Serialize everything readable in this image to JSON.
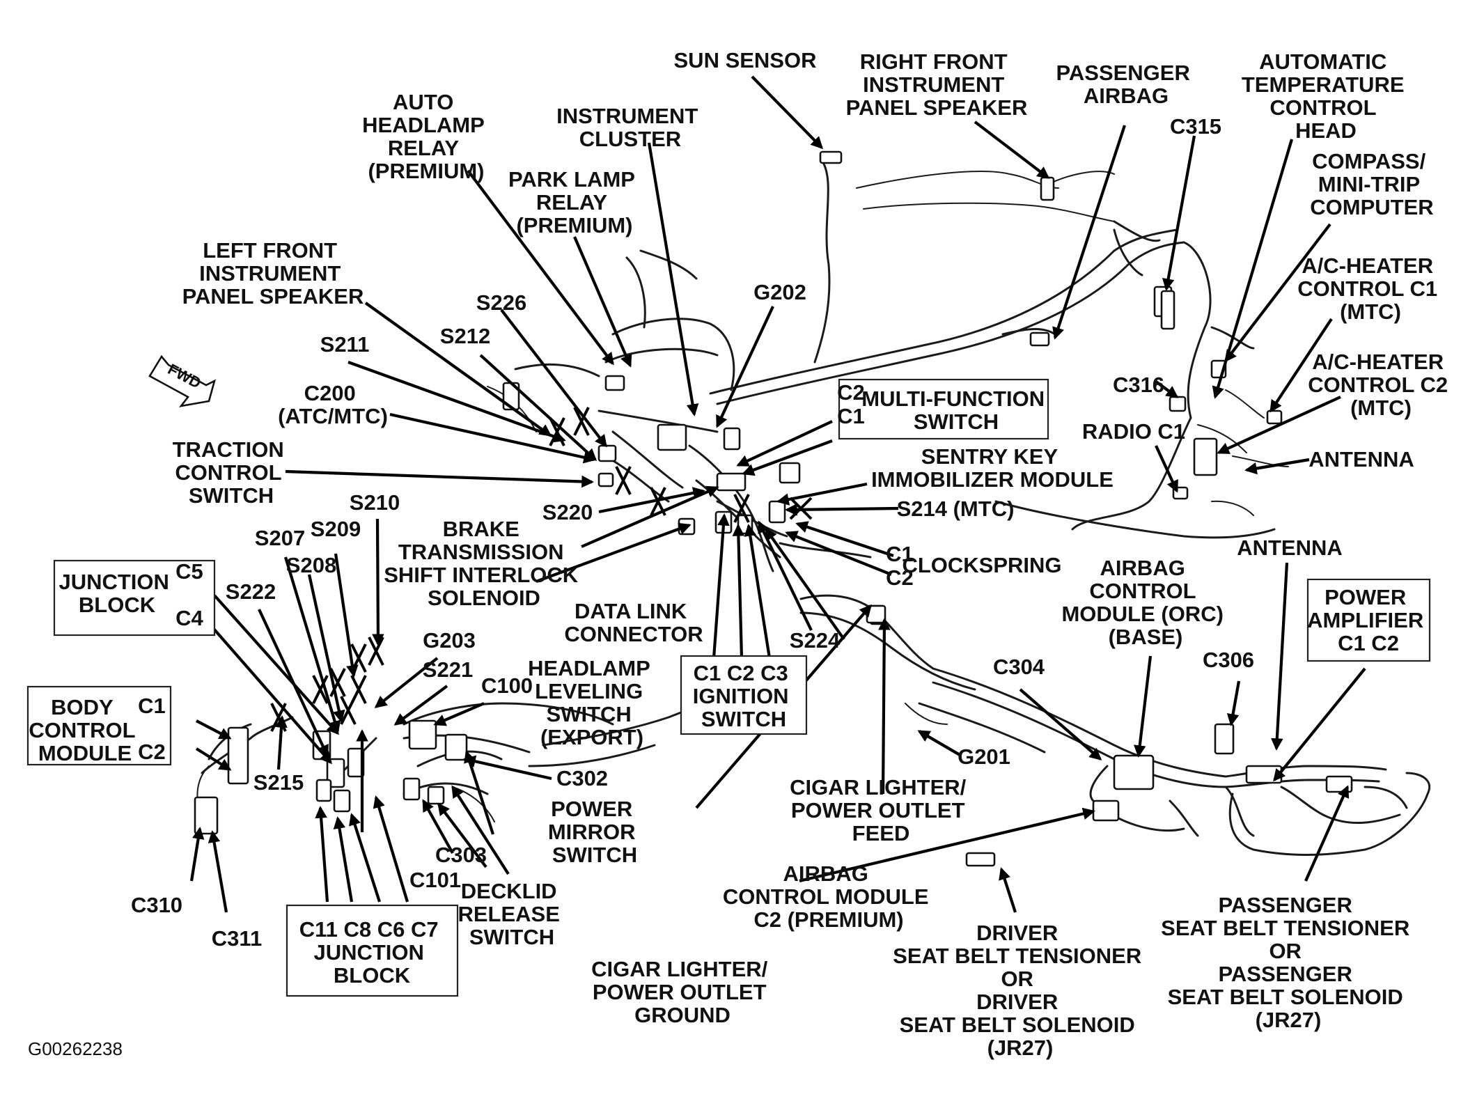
{
  "labels": {
    "sun_sensor": "SUN SENSOR",
    "rf_speaker": [
      "RIGHT FRONT",
      "INSTRUMENT",
      "PANEL SPEAKER"
    ],
    "passenger_airbag": [
      "PASSENGER",
      "AIRBAG"
    ],
    "atc_head": [
      "AUTOMATIC",
      "TEMPERATURE",
      "CONTROL",
      "HEAD"
    ],
    "c315": "C315",
    "compass": [
      "COMPASS/",
      "MINI-TRIP",
      "COMPUTER"
    ],
    "ac_c1": [
      "A/C-HEATER",
      "CONTROL C1",
      "(MTC)"
    ],
    "ac_c2": [
      "A/C-HEATER",
      "CONTROL C2",
      "(MTC)"
    ],
    "c316": "C316",
    "radio_c1": "RADIO C1",
    "antenna_top": "ANTENNA",
    "instrument_cluster": [
      "INSTRUMENT",
      "CLUSTER"
    ],
    "auto_headlamp_relay": [
      "AUTO",
      "HEADLAMP",
      "RELAY",
      "(PREMIUM)"
    ],
    "park_lamp_relay": [
      "PARK LAMP",
      "RELAY",
      "(PREMIUM)"
    ],
    "lf_speaker": [
      "LEFT FRONT",
      "INSTRUMENT",
      "PANEL SPEAKER"
    ],
    "s226": "S226",
    "s212": "S212",
    "s211": "S211",
    "g202": "G202",
    "c200": [
      "C200",
      "(ATC/MTC)"
    ],
    "traction_control": [
      "TRACTION",
      "CONTROL",
      "SWITCH"
    ],
    "fwd": "FWD",
    "mfs_c2": "C2",
    "mfs_c1": "C1",
    "multi_function_switch": [
      "MULTI-FUNCTION",
      "SWITCH"
    ],
    "sentry_key": [
      "SENTRY KEY",
      "IMMOBILIZER MODULE"
    ],
    "s214": "S214 (MTC)",
    "cs_c1": "C1",
    "cs_c2": "C2",
    "clockspring": "CLOCKSPRING",
    "s220": "S220",
    "btsi": [
      "BRAKE",
      "TRANSMISSION",
      "SHIFT INTERLOCK",
      "SOLENOID"
    ],
    "data_link": [
      "DATA LINK",
      "CONNECTOR"
    ],
    "s224": "S224",
    "s210": "S210",
    "s209": "S209",
    "s207": "S207",
    "s208": "S208",
    "s222": "S222",
    "junction_block_top": [
      "JUNCTION",
      "BLOCK"
    ],
    "jb_c5": "C5",
    "jb_c4": "C4",
    "g203": "G203",
    "s221": "S221",
    "c100": "C100",
    "headlamp_leveling": [
      "HEADLAMP",
      "LEVELING",
      "SWITCH",
      "(EXPORT)"
    ],
    "ignition_switch": [
      "C1 C2 C3",
      "IGNITION",
      "SWITCH"
    ],
    "bcm": [
      "BODY",
      "CONTROL",
      "MODULE"
    ],
    "bcm_c1": "C1",
    "bcm_c2": "C2",
    "s215": "S215",
    "c302": "C302",
    "power_mirror": [
      "POWER",
      "MIRROR",
      "SWITCH"
    ],
    "c303": "C303",
    "c101": "C101",
    "decklid": [
      "DECKLID",
      "RELEASE",
      "SWITCH"
    ],
    "c310": "C310",
    "c311": "C311",
    "junction_block_bottom": [
      "C11 C8 C6 C7",
      "JUNCTION",
      "BLOCK"
    ],
    "airbag_orc": [
      "AIRBAG",
      "CONTROL",
      "MODULE (ORC)",
      "(BASE)"
    ],
    "antenna_bottom": "ANTENNA",
    "power_amplifier": [
      "POWER",
      "AMPLIFIER",
      "C1 C2"
    ],
    "c304": "C304",
    "c306": "C306",
    "g201": "G201",
    "cigar_feed": [
      "CIGAR LIGHTER/",
      "POWER OUTLET",
      "FEED"
    ],
    "airbag_c2": [
      "AIRBAG",
      "CONTROL MODULE",
      "C2 (PREMIUM)"
    ],
    "driver_belt": [
      "DRIVER",
      "SEAT BELT TENSIONER",
      "OR",
      "DRIVER",
      "SEAT BELT SOLENOID",
      "(JR27)"
    ],
    "passenger_belt": [
      "PASSENGER",
      "SEAT BELT TENSIONER",
      "OR",
      "PASSENGER",
      "SEAT BELT SOLENOID",
      "(JR27)"
    ],
    "cigar_ground": [
      "CIGAR LIGHTER/",
      "POWER OUTLET",
      "GROUND"
    ],
    "figure_code": "G00262238"
  }
}
